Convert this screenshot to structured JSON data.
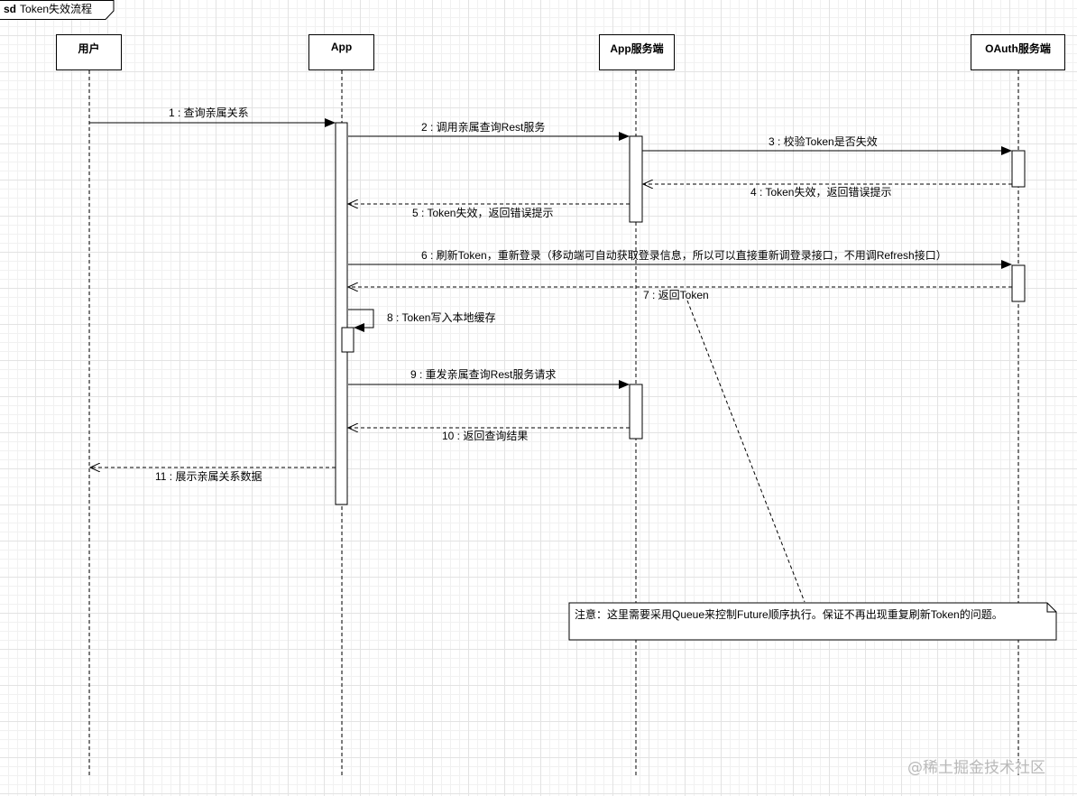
{
  "frame": {
    "keyword": "sd",
    "title": "Token失效流程"
  },
  "actors": [
    {
      "id": "user",
      "name": "用户"
    },
    {
      "id": "app",
      "name": "App"
    },
    {
      "id": "appserver",
      "name": "App服务端"
    },
    {
      "id": "oauth",
      "name": "OAuth服务端"
    }
  ],
  "messages": [
    {
      "label": "1 : 查询亲属关系",
      "from": "用户",
      "to": "App",
      "kind": "call"
    },
    {
      "label": "2 : 调用亲属查询Rest服务",
      "from": "App",
      "to": "App服务端",
      "kind": "call"
    },
    {
      "label": "3 : 校验Token是否失效",
      "from": "App服务端",
      "to": "OAuth服务端",
      "kind": "call"
    },
    {
      "label": "4 : Token失效，返回错误提示",
      "from": "OAuth服务端",
      "to": "App服务端",
      "kind": "return"
    },
    {
      "label": "5 : Token失效，返回错误提示",
      "from": "App服务端",
      "to": "App",
      "kind": "return"
    },
    {
      "label": "6 : 刷新Token，重新登录（移动端可自动获取登录信息，所以可以直接重新调登录接口，不用调Refresh接口）",
      "from": "App",
      "to": "OAuth服务端",
      "kind": "call"
    },
    {
      "label": "7 : 返回Token",
      "from": "OAuth服务端",
      "to": "App",
      "kind": "return"
    },
    {
      "label": "8 : Token写入本地缓存",
      "from": "App",
      "to": "App",
      "kind": "self"
    },
    {
      "label": "9 : 重发亲属查询Rest服务请求",
      "from": "App",
      "to": "App服务端",
      "kind": "call"
    },
    {
      "label": "10 : 返回查询结果",
      "from": "App服务端",
      "to": "App",
      "kind": "return"
    },
    {
      "label": "11 : 展示亲属关系数据",
      "from": "App",
      "to": "用户",
      "kind": "return"
    }
  ],
  "note": {
    "text": "注意：这里需要采用Queue来控制Future顺序执行。保证不再出现重复刷新Token的问题。"
  },
  "watermark": "@稀土掘金技术社区",
  "colors": {
    "line": "#000000",
    "background": "#ffffff",
    "grid": "#e3e3e3",
    "watermark": "#b9b9b9"
  }
}
